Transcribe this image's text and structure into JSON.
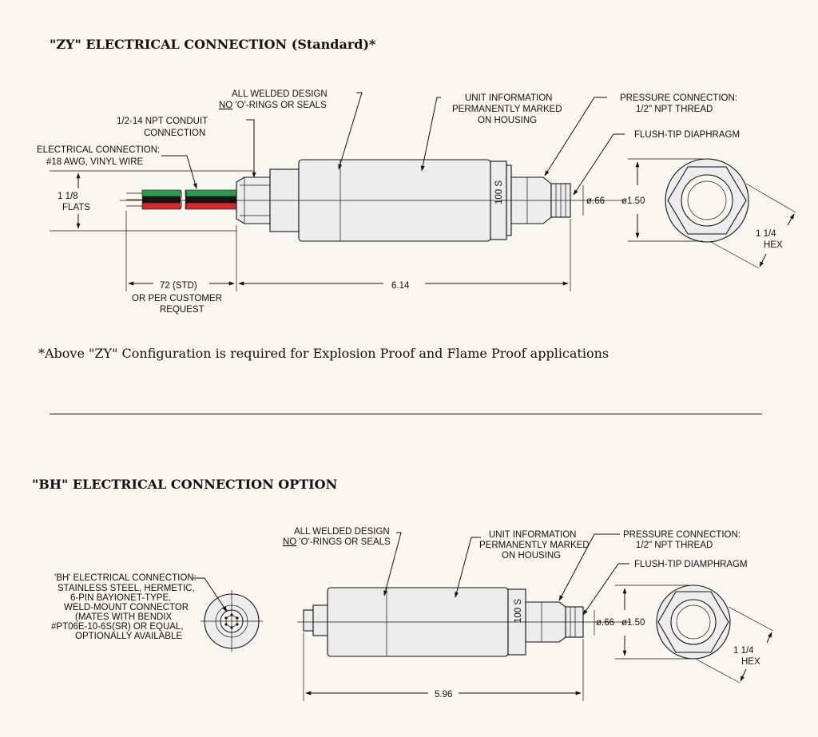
{
  "zy": {
    "heading": "\"ZY\" ELECTRICAL CONNECTION (Standard)*",
    "labels": {
      "all_welded_1": "ALL WELDED DESIGN",
      "all_welded_2_no": "NO",
      "all_welded_2_rest": " 'O'-RINGS OR SEALS",
      "unit_info_1": "UNIT INFORMATION",
      "unit_info_2": "PERMANENTLY MARKED",
      "unit_info_3": "ON HOUSING",
      "pressure_1": "PRESSURE CONNECTION:",
      "pressure_2": "1/2\" NPT THREAD",
      "flush_tip": "FLUSH-TIP DIAPHRAGM",
      "conduit_1": "1/2-14 NPT CONDUIT",
      "conduit_2": "CONNECTION",
      "elec_1": "ELECTRICAL CONNECTION:",
      "elec_2": "#18 AWG, VINYL WIRE",
      "flats_1": "1 1/8",
      "flats_2": "FLATS",
      "housing_mark": "100 S",
      "dia_small": "ø.66",
      "dia_large": "ø1.50",
      "hex_1": "1 1/4",
      "hex_2": "HEX",
      "wire_1": "72 (STD)",
      "wire_2": "OR PER CUSTOMER",
      "wire_3": "REQUEST",
      "length": "6.14"
    },
    "footnote": "*Above \"ZY\" Configuration is required for Explosion Proof and Flame Proof applications"
  },
  "bh": {
    "heading": "\"BH\" ELECTRICAL CONNECTION OPTION",
    "labels": {
      "all_welded_1": "ALL WELDED DESIGN",
      "all_welded_2_no": "NO",
      "all_welded_2_rest": " 'O'-RINGS OR SEALS",
      "unit_info_1": "UNIT INFORMATION",
      "unit_info_2": "PERMANENTLY MARKED",
      "unit_info_3": "ON HOUSING",
      "pressure_1": "PRESSURE CONNECTION:",
      "pressure_2": "1/2\" NPT THREAD",
      "flush_tip": "FLUSH-TIP DIAMPHRAGM",
      "elec_1": "'BH' ELECTRICAL CONNECTION:",
      "elec_2": "STAINLESS STEEL, HERMETIC,",
      "elec_3": "6-PIN BAYIONET-TYPE,",
      "elec_4": "WELD-MOUNT CONNECTOR",
      "elec_5": "(MATES WITH BENDIX",
      "elec_6": "#PT06E-10-6S(SR) OR EQUAL,",
      "elec_7": "OPTIONALLY AVAILABLE",
      "housing_mark": "100 S",
      "dia_small": "ø.66",
      "dia_large": "ø1.50",
      "hex_1": "1 1/4",
      "hex_2": "HEX",
      "length": "5.96"
    }
  },
  "colors": {
    "wire_green": "#2f9a4e",
    "wire_black": "#161616",
    "wire_red": "#d22a2a",
    "line": "#111111"
  }
}
